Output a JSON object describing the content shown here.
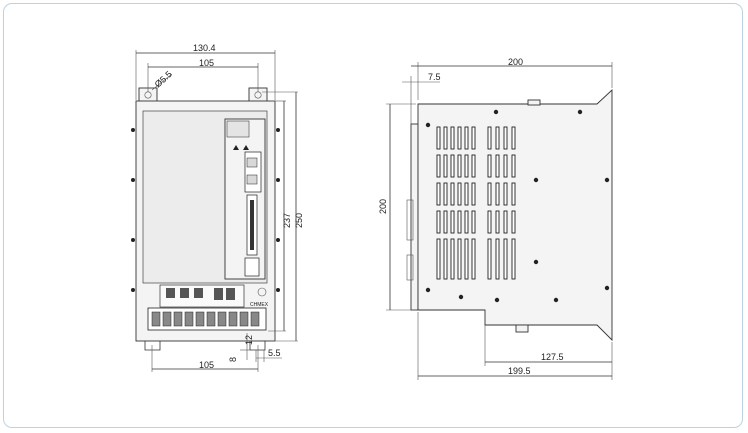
{
  "front_view": {
    "dims": {
      "overall_width": "130.4",
      "mount_pitch_top": "105",
      "mount_hole": "Ø5.5",
      "height_inner": "237",
      "height_total": "250",
      "mount_pitch_bottom": "105",
      "foot_offset": "12",
      "foot_depth": "8",
      "slot": "5.5"
    },
    "brand_text": "CHMEX"
  },
  "side_view": {
    "dims": {
      "overall_depth": "200",
      "flange_thickness": "7.5",
      "height": "200",
      "step_depth": "127.5",
      "base_depth": "199.5"
    }
  }
}
